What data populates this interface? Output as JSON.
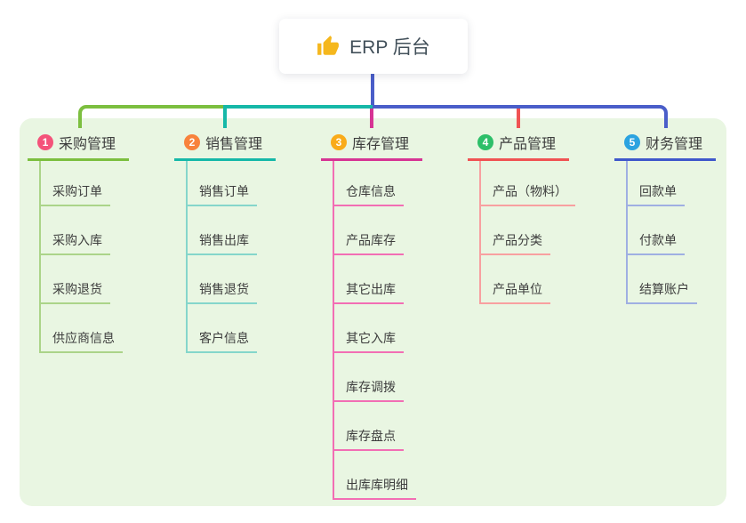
{
  "root": {
    "label": "ERP 后台",
    "icon": "thumbs-up-icon",
    "icon_color": "#f5b71d"
  },
  "colors": {
    "panel_bg": "#e9f6e2",
    "root_line": "#4a5ec9",
    "text": "#3d3d3d"
  },
  "branches": [
    {
      "badge": "1",
      "title": "采购管理",
      "color": "#7cbf3f",
      "light_color": "#abd489",
      "badge_color": "#f4537a",
      "children": [
        "采购订单",
        "采购入库",
        "采购退货",
        "供应商信息"
      ]
    },
    {
      "badge": "2",
      "title": "销售管理",
      "color": "#16b8a8",
      "light_color": "#85d6cb",
      "badge_color": "#f8823c",
      "children": [
        "销售订单",
        "销售出库",
        "销售退货",
        "客户信息"
      ]
    },
    {
      "badge": "3",
      "title": "库存管理",
      "color": "#d63494",
      "light_color": "#f26eb4",
      "badge_color": "#f9ab19",
      "children": [
        "仓库信息",
        "产品库存",
        "其它出库",
        "其它入库",
        "库存调拨",
        "库存盘点",
        "出库库明细"
      ]
    },
    {
      "badge": "4",
      "title": "产品管理",
      "color": "#f05353",
      "light_color": "#f8a0a0",
      "badge_color": "#2dbf69",
      "children": [
        "产品（物料）",
        "产品分类",
        "产品单位"
      ]
    },
    {
      "badge": "5",
      "title": "财务管理",
      "color": "#3f58cb",
      "light_color": "#9fafe2",
      "badge_color": "#2ba3e0",
      "children": [
        "回款单",
        "付款单",
        "结算账户"
      ]
    }
  ]
}
